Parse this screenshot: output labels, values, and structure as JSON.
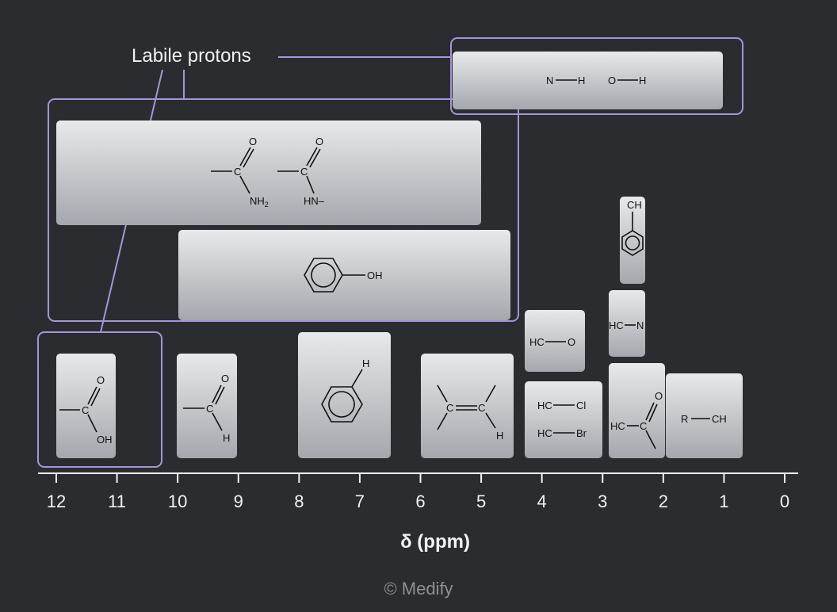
{
  "callout": {
    "label": "Labile protons",
    "color": "#a594d8"
  },
  "axis": {
    "title": "δ (ppm)",
    "ticks": [
      "12",
      "11",
      "10",
      "9",
      "8",
      "7",
      "6",
      "5",
      "4",
      "3",
      "2",
      "1",
      "0"
    ],
    "color": "#f2f2f2"
  },
  "footer": {
    "credit": "© Medify"
  },
  "groups": {
    "nh_oh": {
      "a": "N",
      "b": "H",
      "c": "O",
      "d": "H"
    },
    "amide": {
      "o1": "O",
      "c1": "C",
      "n1": "NH",
      "n1_sub": "2",
      "o2": "O",
      "c2": "C",
      "n2": "HN–"
    },
    "phenol": {
      "oh": "OH"
    },
    "acid": {
      "o": "O",
      "c": "C",
      "oh": "OH"
    },
    "aldehyde": {
      "o": "O",
      "c": "C",
      "h": "H"
    },
    "aromatic_h": {
      "h": "H"
    },
    "alkene": {
      "c1": "C",
      "c2": "C",
      "h": "H"
    },
    "hco": {
      "hc": "HC",
      "o": "O"
    },
    "halide": {
      "hc1": "HC",
      "cl": "Cl",
      "hc2": "HC",
      "br": "Br"
    },
    "benzylic": {
      "ch": "CH"
    },
    "hcn": {
      "hc": "HC",
      "n": "N"
    },
    "carbonyl_a": {
      "hc": "HC",
      "c": "C",
      "o": "O"
    },
    "alkyl": {
      "r": "R",
      "ch": "CH"
    }
  },
  "box_gradient": {
    "top": "#e8e9eb",
    "bottom": "#a4a7ad"
  }
}
